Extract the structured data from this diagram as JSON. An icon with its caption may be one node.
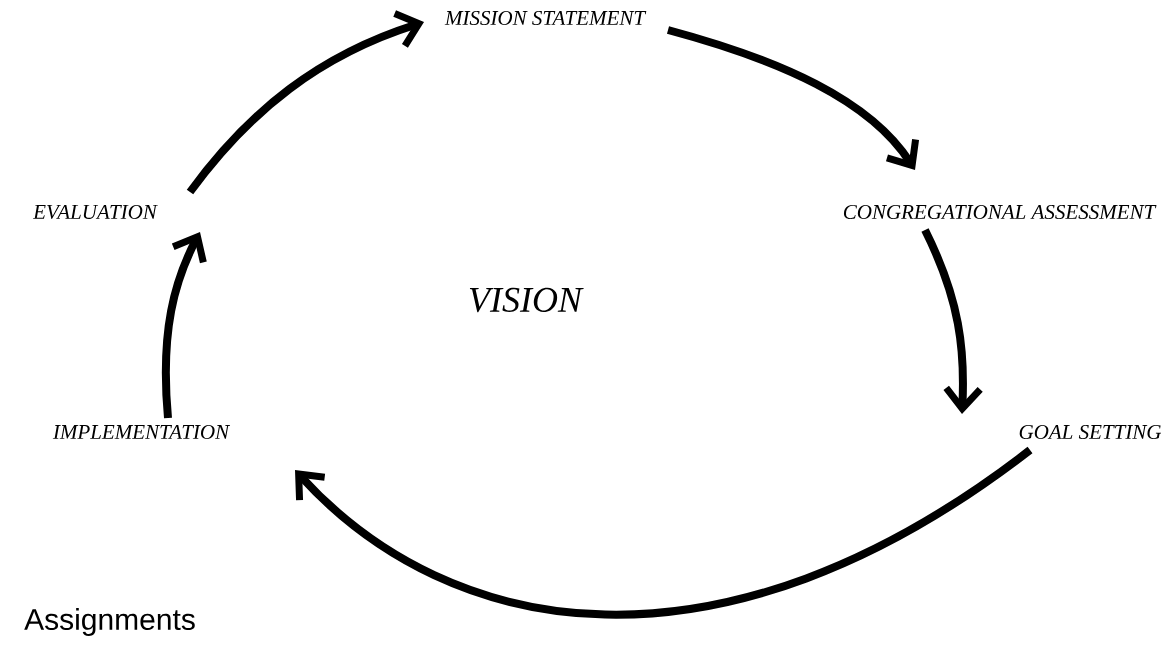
{
  "diagram": {
    "nodes": [
      {
        "text": [
          "MISSION STATEMENT"
        ]
      },
      {
        "text": [
          "CONGREGATIONAL ASSESSMENT"
        ]
      },
      {
        "text": [
          "GOAL SETTING"
        ]
      },
      {
        "text": [
          "IMPLEMENTATION"
        ]
      },
      {
        "text": [
          "EVALUATION"
        ]
      }
    ],
    "edges": [
      {
        "from": 0,
        "to": 1,
        "arrow": "to"
      },
      {
        "from": 1,
        "to": 2,
        "arrow": "to"
      },
      {
        "from": 2,
        "to": 3,
        "arrow": "to"
      },
      {
        "from": 3,
        "to": 4,
        "arrow": "to"
      },
      {
        "from": 4,
        "to": 0,
        "arrow": "to"
      }
    ],
    "labels": [
      "VISION",
      "Assignments"
    ]
  }
}
